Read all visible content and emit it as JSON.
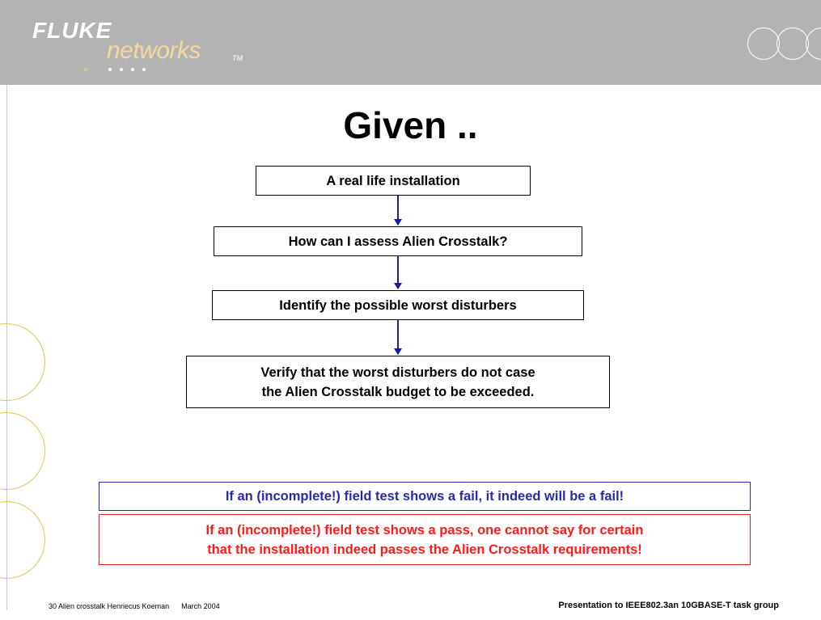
{
  "logo": {
    "brand_top": "FLUKE",
    "brand_bottom": "networks",
    "tm": "TM"
  },
  "title": "Given ..",
  "flow": {
    "step1": "A real life installation",
    "step2": "How can I assess Alien Crosstalk?",
    "step3": "Identify the possible worst disturbers",
    "step4_line1": "Verify that the worst disturbers do not case",
    "step4_line2": "the Alien Crosstalk budget to be exceeded."
  },
  "notes": {
    "fail": "If an (incomplete!) field test shows a fail, it indeed will be a fail!",
    "pass_line1": "If an (incomplete!) field test shows a pass, one cannot say for certain",
    "pass_line2": "that the installation indeed passes the Alien Crosstalk requirements!"
  },
  "footer": {
    "left": "30 Alien crosstalk Henriecus Koeman      March 2004",
    "right": "Presentation to IEEE802.3an 10GBASE-T task group"
  },
  "colors": {
    "header": "#b3b3b3",
    "arrow": "#1a1aa8",
    "blue_note": "#2a2aa8",
    "red_note": "#ff1a1a",
    "accent_gold": "#e6c15a"
  }
}
